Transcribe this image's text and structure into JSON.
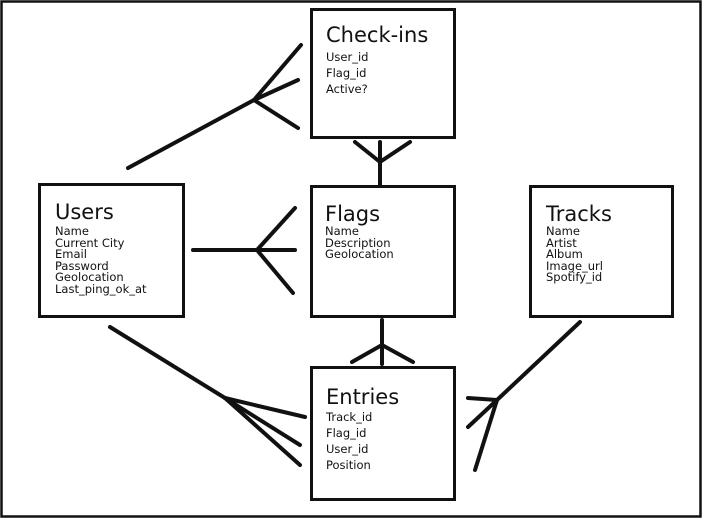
{
  "entities": {
    "checkins": {
      "name": "Check-ins",
      "fields": [
        "User_id",
        "Flag_id",
        "Active?"
      ]
    },
    "users": {
      "name": "Users",
      "fields": [
        "Name",
        "Current City",
        "Email",
        "Password",
        "Geolocation",
        "Last_ping_ok_at"
      ]
    },
    "flags": {
      "name": "Flags",
      "fields": [
        "Name",
        "Description",
        "Geolocation"
      ]
    },
    "tracks": {
      "name": "Tracks",
      "fields": [
        "Name",
        "Artist",
        "Album",
        "Image_url",
        "Spotify_id"
      ]
    },
    "entries": {
      "name": "Entries",
      "fields": [
        "Track_id",
        "Flag_id",
        "User_id",
        "Position"
      ]
    }
  },
  "relationships": [
    {
      "from": "users",
      "to": "checkins",
      "cardinality": "one-to-many"
    },
    {
      "from": "flags",
      "to": "checkins",
      "cardinality": "one-to-many"
    },
    {
      "from": "users",
      "to": "flags",
      "cardinality": "one-to-many"
    },
    {
      "from": "flags",
      "to": "entries",
      "cardinality": "one-to-many"
    },
    {
      "from": "users",
      "to": "entries",
      "cardinality": "one-to-many"
    },
    {
      "from": "tracks",
      "to": "entries",
      "cardinality": "one-to-many"
    }
  ],
  "style": {
    "line_color": "#111111",
    "box_border_color": "#111111",
    "background": "#ffffff"
  }
}
